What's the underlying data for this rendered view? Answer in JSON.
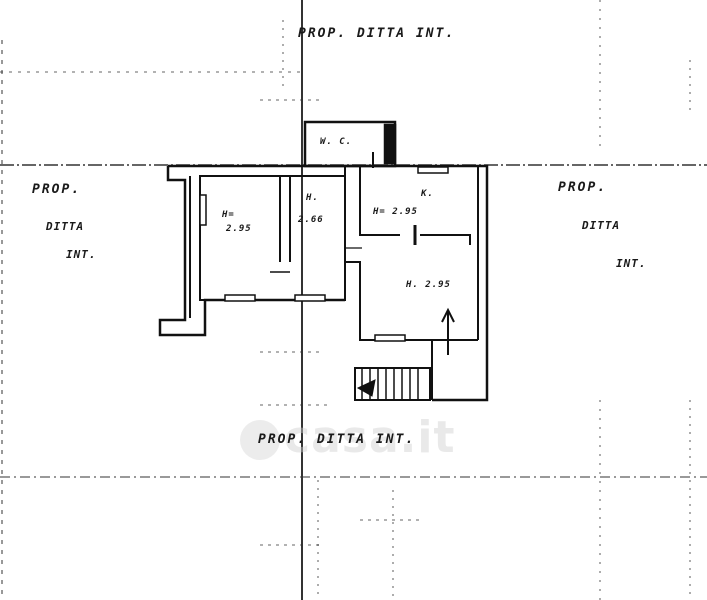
{
  "labels": {
    "prop_top": "PROP. DITTA INT.",
    "prop_left_1": "PROP.",
    "prop_left_2": "DITTA",
    "prop_left_3": "INT.",
    "prop_right_1": "PROP.",
    "prop_right_2": "DITTA",
    "prop_right_3": "INT.",
    "prop_bottom": "PROP. DITTA INT.",
    "wc": "W. C.",
    "kitchen": "K.",
    "h_kitchen": "H= 2.95",
    "h_living": "H. 2.95",
    "h_left_1": "H=",
    "h_left_2": "2.95",
    "h_corridor_1": "H.",
    "h_corridor_2": "2.66"
  },
  "watermark": "casa.it",
  "colors": {
    "ink": "#1a1a1a",
    "background": "#ffffff",
    "watermark": "#cfcfcf"
  }
}
